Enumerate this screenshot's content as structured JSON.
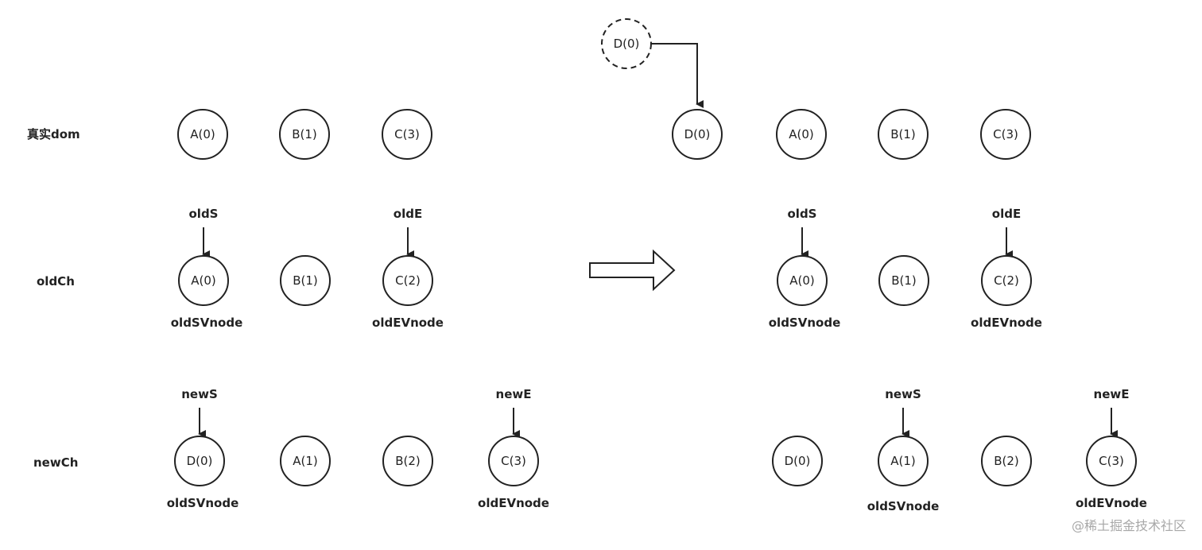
{
  "row_labels": {
    "real_dom": "真实dom",
    "old_ch": "oldCh",
    "new_ch": "newCh"
  },
  "left": {
    "real_dom_nodes": [
      "A(0)",
      "B(1)",
      "C(3)"
    ],
    "old_ch_nodes": [
      "A(0)",
      "B(1)",
      "C(2)"
    ],
    "new_ch_nodes": [
      "D(0)",
      "A(1)",
      "B(2)",
      "C(3)"
    ],
    "pointers": {
      "old_start": "oldS",
      "old_end": "oldE",
      "new_start": "newS",
      "new_end": "newE"
    },
    "vnode_labels": {
      "old_start": "oldSVnode",
      "old_end": "oldEVnode",
      "new_start": "oldSVnode",
      "new_end": "oldEVnode"
    }
  },
  "right": {
    "inserted_node": "D(0)",
    "real_dom_nodes": [
      "D(0)",
      "A(0)",
      "B(1)",
      "C(3)"
    ],
    "old_ch_nodes": [
      "A(0)",
      "B(1)",
      "C(2)"
    ],
    "new_ch_nodes": [
      "D(0)",
      "A(1)",
      "B(2)",
      "C(3)"
    ],
    "pointers": {
      "old_start": "oldS",
      "old_end": "oldE",
      "new_start": "newS",
      "new_end": "newE"
    },
    "vnode_labels": {
      "old_start": "oldSVnode",
      "old_end": "oldEVnode",
      "new_start": "oldSVnode",
      "new_end": "oldEVnode"
    }
  },
  "watermark": "@稀土掘金技术社区"
}
